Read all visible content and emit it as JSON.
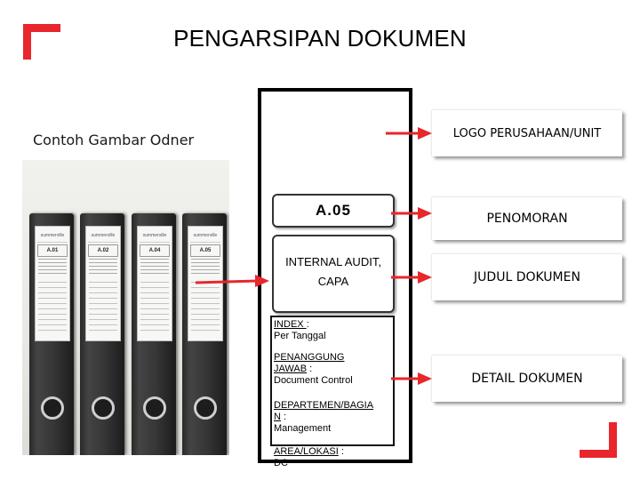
{
  "title": "PENGARSIPAN DOKUMEN",
  "caption": "Contoh Gambar Odner",
  "binders": [
    {
      "brand": "summerville",
      "code": "A.01"
    },
    {
      "brand": "summerville",
      "code": "A.02"
    },
    {
      "brand": "summerville",
      "code": "A.04"
    },
    {
      "brand": "summerville",
      "code": "A.05"
    }
  ],
  "odner": {
    "code": "A.05",
    "doc_title": "INTERNAL AUDIT, CAPA",
    "index_label": "INDEX ",
    "index_sep": ":",
    "index_value": "Per Tanggal",
    "pj_label_1": "PENANGGUNG",
    "pj_label_2": "JAWAB",
    "pj_sep": " :",
    "pj_value": "Document Control",
    "dept_label_1": "DEPARTEMEN/BAGIA",
    "dept_label_2": "N",
    "dept_sep": " :",
    "dept_value": "Management",
    "area_label": "AREA/LOKASI",
    "area_sep": " :",
    "area_value": "DC"
  },
  "labels": {
    "logo": "LOGO PERUSAHAAN/UNIT",
    "numbering": "PENOMORAN",
    "doc_title": "JUDUL DOKUMEN",
    "detail": "DETAIL DOKUMEN"
  },
  "colors": {
    "accent": "#e8262c"
  }
}
